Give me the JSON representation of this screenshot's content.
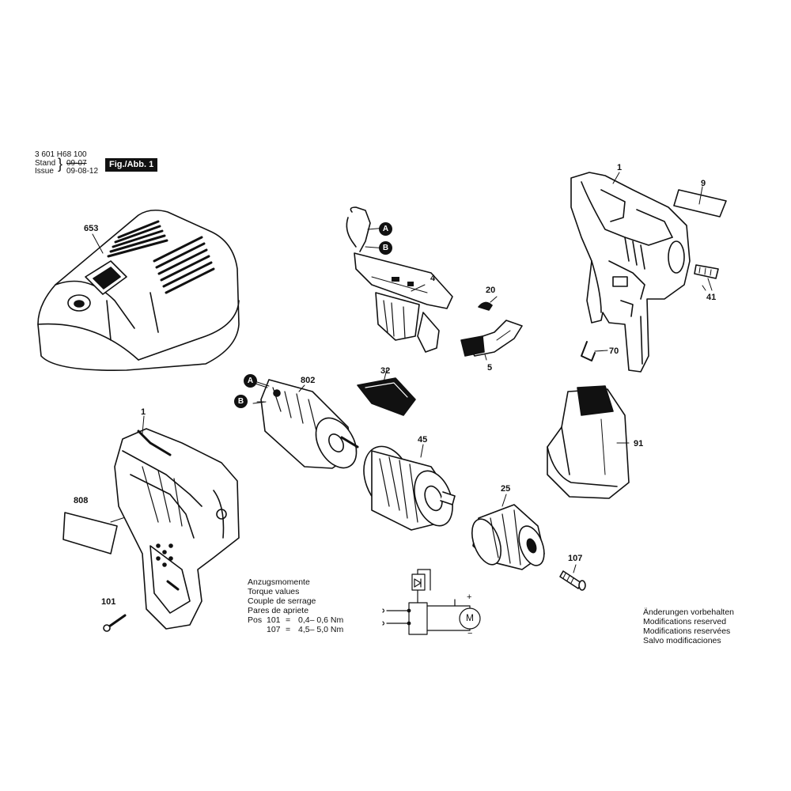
{
  "header": {
    "part_number": "3 601 H68 100",
    "stand_label": "Stand",
    "issue_label": "Issue",
    "stand_date": "09-07",
    "issue_date": "09-08-12",
    "figure": "Fig./Abb. 1"
  },
  "callouts": {
    "charger": "653",
    "housing_top": "1",
    "housing_left": "1",
    "nameplate": "9",
    "screw_clip": "41",
    "clip": "70",
    "switch": "4",
    "part_20": "20",
    "part_5": "5",
    "part_32": "32",
    "motor": "802",
    "gearbox": "45",
    "battery": "91",
    "label": "808",
    "chuck": "25",
    "screw_107": "107",
    "screw_101": "101"
  },
  "markers": {
    "a": "A",
    "b": "B"
  },
  "torque": {
    "lines": [
      "Anzugsmomente",
      "Torque values",
      "Couple de serrage",
      "Pares de apriete"
    ],
    "pos_label": "Pos",
    "rows": [
      {
        "pos": "101",
        "eq": "=",
        "value": "0,4– 0,6 Nm"
      },
      {
        "pos": "107",
        "eq": "=",
        "value": "4,5– 5,0 Nm"
      }
    ]
  },
  "circuit": {
    "motor_symbol": "M",
    "plus": "+",
    "minus": "−"
  },
  "notice": {
    "lines": [
      "Änderungen vorbehalten",
      "Modifications reserved",
      "Modifications reservées",
      "Salvo modificaciones"
    ]
  }
}
